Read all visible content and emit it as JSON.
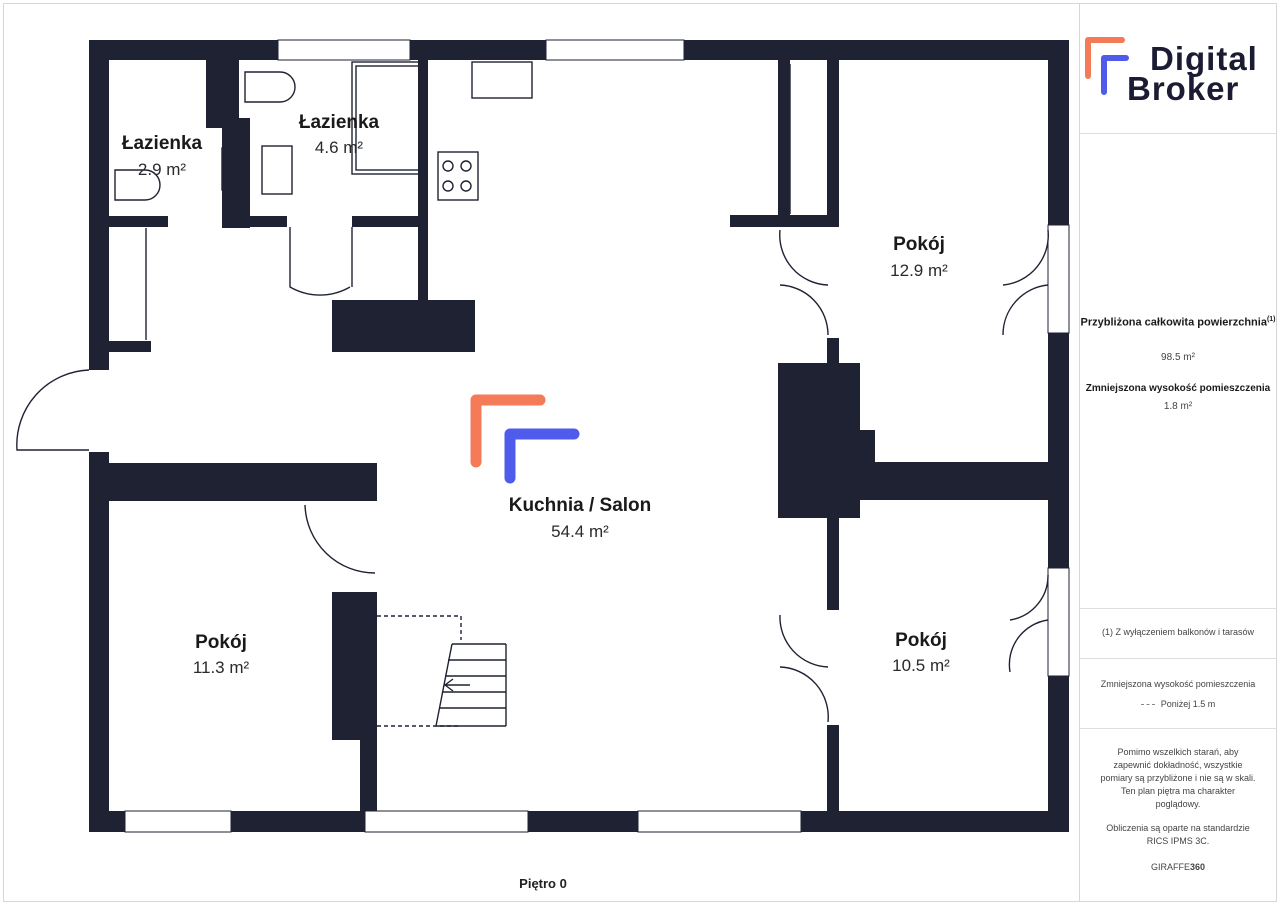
{
  "rooms": [
    {
      "name": "Łazienka",
      "area": "2.9 m²"
    },
    {
      "name": "Łazienka",
      "area": "4.6 m²"
    },
    {
      "name": "Pokój",
      "area": "12.9 m²"
    },
    {
      "name": "Kuchnia / Salon",
      "area": "54.4 m²"
    },
    {
      "name": "Pokój",
      "area": "11.3 m²"
    },
    {
      "name": "Pokój",
      "area": "10.5 m²"
    }
  ],
  "floor_label": "Piętro 0",
  "brand": {
    "line1": "Digital",
    "line2": "Broker",
    "accent_orange": "#f47a58",
    "accent_blue": "#4f5bea"
  },
  "panel": {
    "total_title": "Przybliżona całkowita powierzchnia",
    "total_marker": "(1)",
    "total_value": "98.5 m²",
    "reduced_title": "Zmniejszona wysokość pomieszczenia",
    "reduced_value": "1.8 m²",
    "footnote": "(1) Z wyłączeniem balkonów i tarasów",
    "legend_title": "Zmniejszona wysokość pomieszczenia",
    "legend_value": "Poniżej 1.5 m",
    "disclaimer": "Pomimo wszelkich starań, aby zapewnić dokładność, wszystkie pomiary są przybliżone i nie są w skali. Ten plan piętra ma charakter poglądowy.",
    "standard": "Obliczenia są oparte na standardzie RICS IPMS 3C.",
    "giraffe_a": "GIRAFFE",
    "giraffe_b": "360"
  },
  "colors": {
    "wall": "#1f2233",
    "window": "#ffffff",
    "panel_border": "#d7d7d7"
  }
}
